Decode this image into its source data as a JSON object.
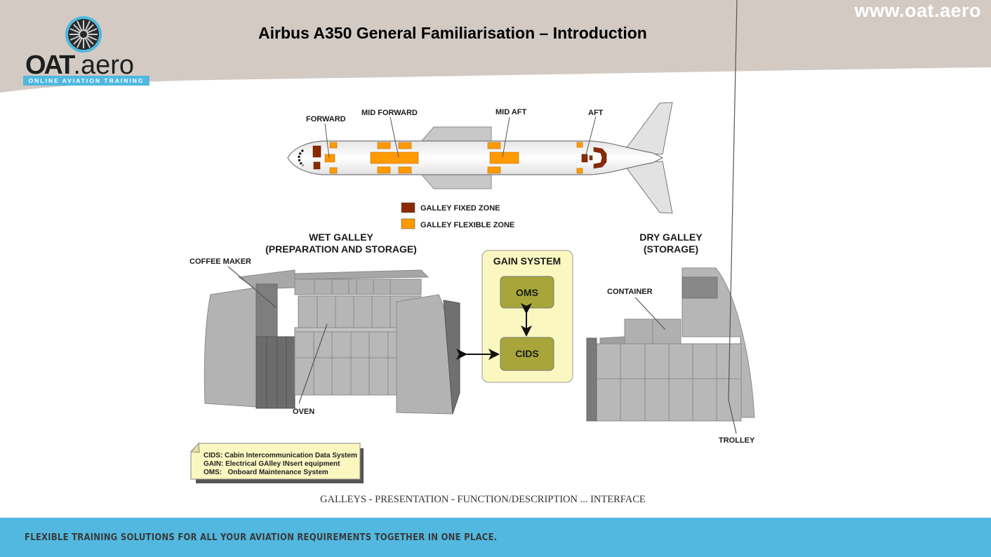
{
  "header": {
    "site_url": "www.oat.aero",
    "title": "Airbus A350 General Familiarisation – Introduction",
    "logo": {
      "brand_bold": "OAT",
      "brand_light": ".aero",
      "tagline": "ONLINE AVIATION TRAINING",
      "icon": "jet-engine-fan-icon"
    }
  },
  "aircraft": {
    "zone_labels": [
      "FORWARD",
      "MID FORWARD",
      "MID AFT",
      "AFT"
    ],
    "legend": [
      {
        "label": "GALLEY FIXED ZONE",
        "color": "#8b2a00"
      },
      {
        "label": "GALLEY FLEXIBLE ZONE",
        "color": "#ff9a00"
      }
    ]
  },
  "wet_galley": {
    "title_line1": "WET GALLEY",
    "title_line2": "(PREPARATION AND STORAGE)",
    "callouts": [
      "COFFEE MAKER",
      "OVEN"
    ]
  },
  "gain_system": {
    "title": "GAIN SYSTEM",
    "box_top": "OMS",
    "box_bottom": "CIDS",
    "panel_color": "#fbf7c0",
    "box_color": "#a8a63a"
  },
  "dry_galley": {
    "title_line1": "DRY GALLEY",
    "title_line2": "(STORAGE)",
    "callouts": [
      "CONTAINER",
      "TROLLEY"
    ]
  },
  "note": {
    "lines": [
      "CIDS:  Cabin Intercommunication Data System",
      "GAIN:  Electrical GAlley INsert equipment",
      "OMS:   Onboard Maintenance System"
    ]
  },
  "caption": "GALLEYS - PRESENTATION - FUNCTION/DESCRIPTION ... INTERFACE",
  "footer": {
    "slogan": "FLEXIBLE TRAINING SOLUTIONS FOR ALL YOUR AVIATION REQUIREMENTS TOGETHER IN ONE PLACE.",
    "color": "#52b8e0"
  }
}
